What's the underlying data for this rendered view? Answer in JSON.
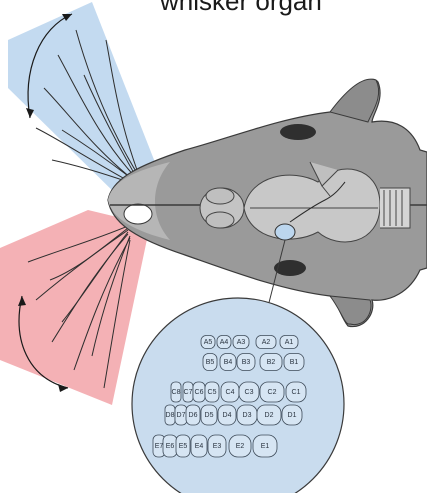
{
  "caption_fragment": "whisker organ",
  "colors": {
    "upper_whisker_field": "#bcd6ee",
    "lower_whisker_field": "#f3a8ad",
    "barrel_inset": "#c9dcee",
    "head_fill": "#9a9a9a",
    "outline": "#3a3a3a"
  },
  "barrel_rows": [
    {
      "row": "A",
      "labels": [
        "A5",
        "A4",
        "A3",
        "A2",
        "A1"
      ]
    },
    {
      "row": "B",
      "labels": [
        "B5",
        "B4",
        "B3",
        "B2",
        "B1"
      ]
    },
    {
      "row": "C",
      "labels": [
        "C8",
        "C7",
        "C6",
        "C5",
        "C4",
        "C3",
        "C2",
        "C1"
      ]
    },
    {
      "row": "D",
      "labels": [
        "D8",
        "D7",
        "D6",
        "D5",
        "D4",
        "D3",
        "D2",
        "D1"
      ]
    },
    {
      "row": "E",
      "labels": [
        "E7",
        "E6",
        "E5",
        "E4",
        "E3",
        "E2",
        "E1"
      ]
    }
  ]
}
